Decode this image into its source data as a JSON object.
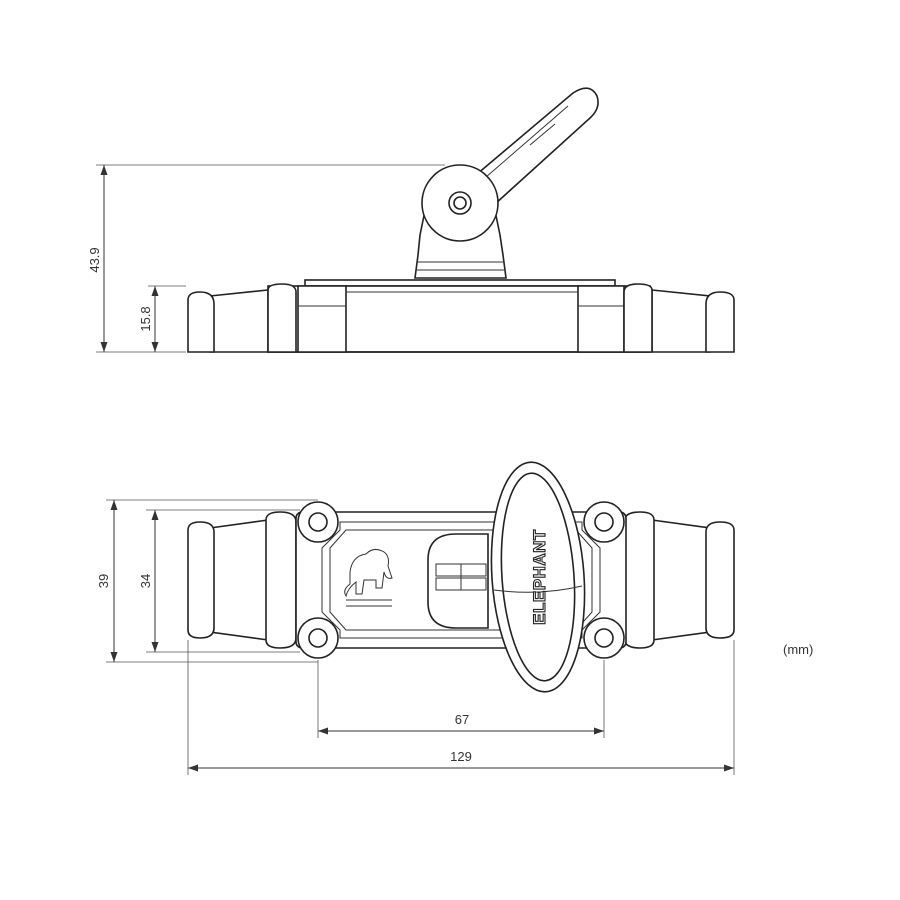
{
  "dimensions": {
    "total_height": "43.9",
    "base_height": "15.8",
    "outer_width": "39",
    "inner_width": "34",
    "hole_spacing": "67",
    "total_length": "129"
  },
  "units": "(mm)",
  "brand_text": "ELEPHANT",
  "colors": {
    "line": "#222222",
    "background": "#ffffff"
  }
}
